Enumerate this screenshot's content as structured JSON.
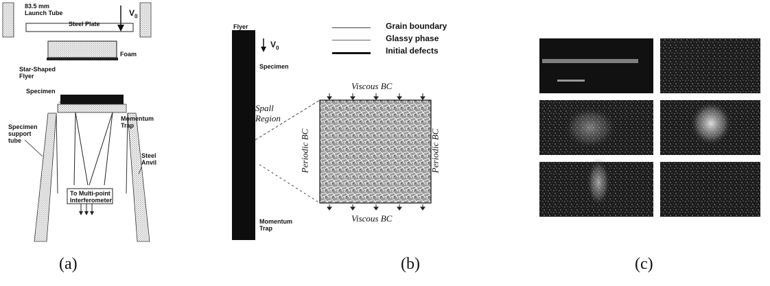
{
  "panel_a": {
    "caption": "(a)",
    "launch_tube": "83.5 mm Launch Tube",
    "velocity": "V",
    "velocity_sub": "0",
    "steel_plate": "Steel Plate",
    "foam": "Foam",
    "flyer": "Star-Shaped Flyer",
    "specimen": "Specimen",
    "momentum_trap": "Momentum Trap",
    "support_tube": "Specimen support tube",
    "anvil": "Steel Anvil",
    "interferometer": "To Multi-point Interferometer"
  },
  "panel_b": {
    "caption": "(b)",
    "flyer": "Flyer",
    "velocity": "V",
    "velocity_sub": "0",
    "specimen": "Specimen",
    "spall_region": "Spall Region",
    "momentum_trap": "Momentum Trap",
    "bc_top": "Viscous BC",
    "bc_bottom": "Viscous BC",
    "bc_left": "Periodic BC",
    "bc_right": "Periodic BC",
    "legend": [
      "Grain boundary",
      "Glassy phase",
      "Initial defects"
    ]
  },
  "panel_c": {
    "caption": "(c)"
  }
}
